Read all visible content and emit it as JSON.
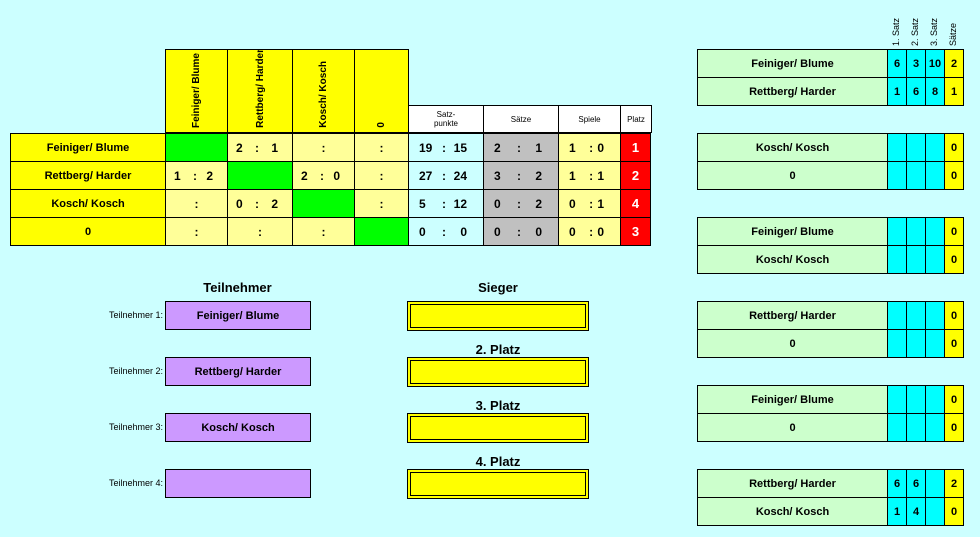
{
  "teams": [
    "Feiniger/ Blume",
    "Rettberg/ Harder",
    "Kosch/ Kosch",
    "0"
  ],
  "matrix": [
    [
      null,
      {
        "a": "2",
        "b": "1"
      },
      {
        "a": "",
        "b": ""
      },
      {
        "a": "",
        "b": ""
      }
    ],
    [
      {
        "a": "1",
        "b": "2"
      },
      null,
      {
        "a": "2",
        "b": "0"
      },
      {
        "a": "",
        "b": ""
      }
    ],
    [
      {
        "a": "",
        "b": ""
      },
      {
        "a": "0",
        "b": "2"
      },
      null,
      {
        "a": "",
        "b": ""
      }
    ],
    [
      {
        "a": "",
        "b": ""
      },
      {
        "a": "",
        "b": ""
      },
      {
        "a": "",
        "b": ""
      },
      null
    ]
  ],
  "stats_headers": {
    "satzpunkte": "Satz-\npunkte",
    "saetze": "Sätze",
    "spiele": "Spiele",
    "platz": "Platz"
  },
  "stats": [
    {
      "satzpunkte": [
        "19",
        "15"
      ],
      "saetze": [
        "2",
        "1"
      ],
      "spiele": [
        "1",
        "0"
      ],
      "platz": "1"
    },
    {
      "satzpunkte": [
        "27",
        "24"
      ],
      "saetze": [
        "3",
        "2"
      ],
      "spiele": [
        "1",
        "1"
      ],
      "platz": "2"
    },
    {
      "satzpunkte": [
        "5",
        "12"
      ],
      "saetze": [
        "0",
        "2"
      ],
      "spiele": [
        "0",
        "1"
      ],
      "platz": "4"
    },
    {
      "satzpunkte": [
        "0",
        "0"
      ],
      "saetze": [
        "0",
        "0"
      ],
      "spiele": [
        "0",
        "0"
      ],
      "platz": "3"
    }
  ],
  "participants": {
    "title": "Teilnehmer",
    "items": [
      {
        "label": "Teilnehmer 1:",
        "value": "Feiniger/ Blume"
      },
      {
        "label": "Teilnehmer 2:",
        "value": "Rettberg/ Harder"
      },
      {
        "label": "Teilnehmer 3:",
        "value": "Kosch/ Kosch"
      },
      {
        "label": "Teilnehmer 4:",
        "value": ""
      }
    ]
  },
  "ranking": {
    "titles": [
      "Sieger",
      "2. Platz",
      "3. Platz",
      "4. Platz"
    ],
    "values": [
      "",
      "",
      "",
      ""
    ]
  },
  "match_headers": [
    "1. Satz",
    "2. Satz",
    "3. Satz",
    "Sätze"
  ],
  "matches": [
    [
      {
        "name": "Feiniger/ Blume",
        "sets": [
          "6",
          "3",
          "10"
        ],
        "saetze": "2"
      },
      {
        "name": "Rettberg/ Harder",
        "sets": [
          "1",
          "6",
          "8"
        ],
        "saetze": "1"
      }
    ],
    [
      {
        "name": "Kosch/ Kosch",
        "sets": [
          "",
          "",
          ""
        ],
        "saetze": "0"
      },
      {
        "name": "0",
        "sets": [
          "",
          "",
          ""
        ],
        "saetze": "0"
      }
    ],
    [
      {
        "name": "Feiniger/ Blume",
        "sets": [
          "",
          "",
          ""
        ],
        "saetze": "0"
      },
      {
        "name": "Kosch/ Kosch",
        "sets": [
          "",
          "",
          ""
        ],
        "saetze": "0"
      }
    ],
    [
      {
        "name": "Rettberg/ Harder",
        "sets": [
          "",
          "",
          ""
        ],
        "saetze": "0"
      },
      {
        "name": "0",
        "sets": [
          "",
          "",
          ""
        ],
        "saetze": "0"
      }
    ],
    [
      {
        "name": "Feiniger/ Blume",
        "sets": [
          "",
          "",
          ""
        ],
        "saetze": "0"
      },
      {
        "name": "0",
        "sets": [
          "",
          "",
          ""
        ],
        "saetze": "0"
      }
    ],
    [
      {
        "name": "Rettberg/ Harder",
        "sets": [
          "6",
          "6",
          ""
        ],
        "saetze": "2"
      },
      {
        "name": "Kosch/ Kosch",
        "sets": [
          "1",
          "4",
          ""
        ],
        "saetze": "0"
      }
    ]
  ],
  "colors": {
    "background": "#ccffff",
    "header_yellow": "#ffff00",
    "cell_light": "#ffff99",
    "diagonal": "#00ff00",
    "satzpunkte": "#ccffff",
    "saetze": "#c0c0c0",
    "platz": "#ff0000",
    "participant": "#cc99ff",
    "match_name": "#ccffcc",
    "set_cell": "#00ffff"
  }
}
